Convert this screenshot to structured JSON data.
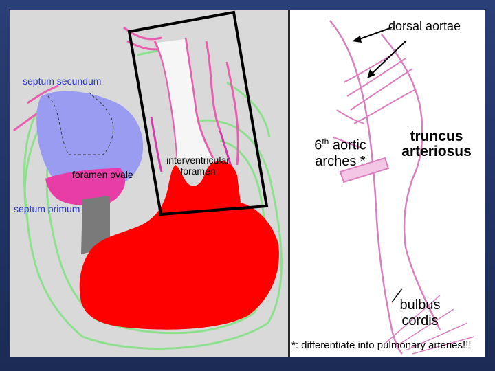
{
  "labels": {
    "dorsal_aortae": "dorsal aortae",
    "septum_secundum": "septum secundum",
    "foramen_ovale": "foramen ovale",
    "interventricular_line1": "interventricular",
    "interventricular_line2": "foramen",
    "sixth_aortic_num": "6",
    "sixth_aortic_sup": "th",
    "sixth_aortic_rest": " aortic",
    "sixth_aortic_line2": "arches *",
    "truncus_line1": "truncus",
    "truncus_line2": "arteriosus",
    "septum_primum": "septum primum",
    "bulbus_line1": "bulbus",
    "bulbus_line2": "cordis",
    "footnote": "*: differentiate into pulmonary arteries!!!"
  },
  "colors": {
    "septum_secundum_fill": "#9a9cf2",
    "septum_primum_fill": "#e83ca6",
    "ventricle_fill": "#ff0000",
    "endothelium_line": "#d63aa8",
    "outer_line": "#8ee08e",
    "septum_gray": "#7a7a7a",
    "label_blue": "#2a36c8"
  }
}
